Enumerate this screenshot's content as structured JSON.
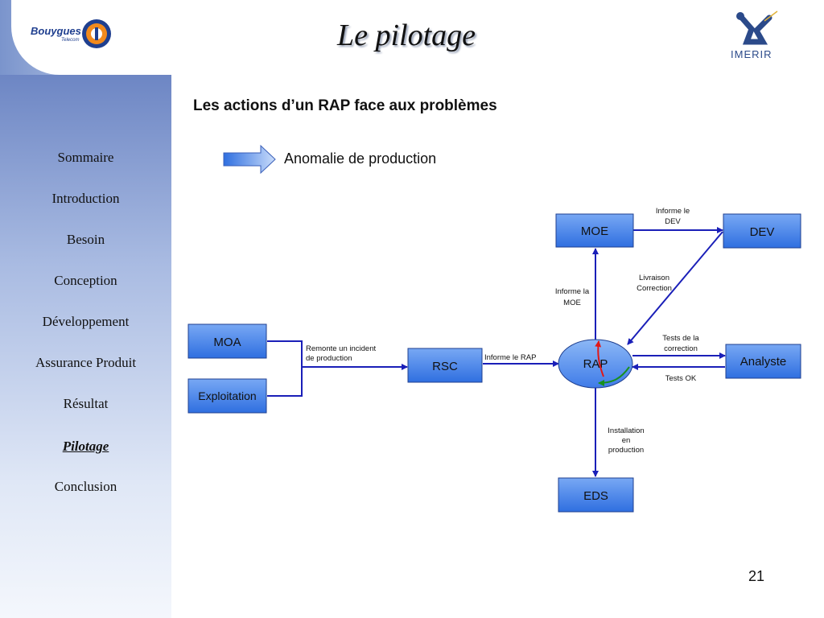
{
  "header": {
    "title": "Le pilotage",
    "logo_left": {
      "brand": "Bouygues",
      "sub": "Telecom"
    },
    "logo_right": {
      "brand": "IMERIR"
    }
  },
  "sidebar": {
    "items": [
      {
        "label": "Sommaire",
        "active": false
      },
      {
        "label": "Introduction",
        "active": false
      },
      {
        "label": "Besoin",
        "active": false
      },
      {
        "label": "Conception",
        "active": false
      },
      {
        "label": "Développement",
        "active": false
      },
      {
        "label": "Assurance Produit",
        "active": false
      },
      {
        "label": "Résultat",
        "active": false
      },
      {
        "label": "Pilotage",
        "active": true
      },
      {
        "label": "Conclusion",
        "active": false
      }
    ]
  },
  "main": {
    "subtitle": "Les actions d’un RAP face aux problèmes",
    "legend": "Anomalie de production"
  },
  "diagram": {
    "nodes": {
      "moa": "MOA",
      "exploitation": "Exploitation",
      "rsc": "RSC",
      "rap": "RAP",
      "moe": "MOE",
      "dev": "DEV",
      "analyste": "Analyste",
      "eds": "EDS"
    },
    "edges": {
      "remonte": [
        "Remonte un incident",
        "de production"
      ],
      "informe_rap": [
        "Informe le RAP"
      ],
      "informe_moe": [
        "Informe la",
        "MOE"
      ],
      "informe_dev": [
        "Informe le",
        "DEV"
      ],
      "livraison": [
        "Livraison",
        "Correction"
      ],
      "tests_correction": [
        "Tests de la",
        "correction"
      ],
      "tests_ok": [
        "Tests OK"
      ],
      "installation": [
        "Installation",
        "en",
        "production"
      ]
    }
  },
  "colors": {
    "node_fill": "#3f7be8",
    "arrow": "#1a1fb8",
    "loop_red": "#e01818",
    "loop_green": "#18901e"
  },
  "page_number": "21"
}
